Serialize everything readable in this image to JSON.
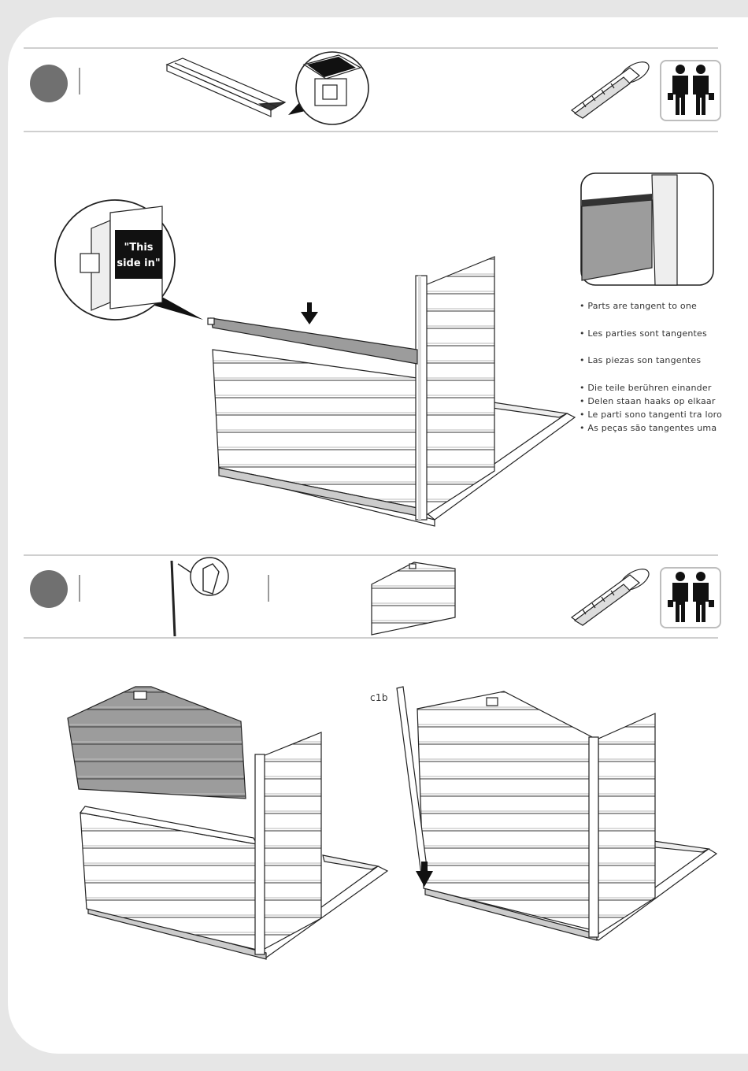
{
  "steps": [
    {
      "tag_text": "\"This side in\"",
      "tag_line1": "\"This",
      "tag_line2": "side in\""
    },
    {
      "part_label": "c1b"
    }
  ],
  "notes": [
    "• Parts are tangent to one",
    "• Les parties sont tangentes",
    "• Las piezas son tangentes",
    "• Die teile berühren einander",
    "• Delen staan haaks op elkaar",
    "• Le parti sono tangenti tra loro",
    "• As peças são tangentes uma"
  ],
  "icons": {
    "tool": "rubber-mallet-icon",
    "people": "two-person-assembly-icon"
  },
  "colors": {
    "step_dot": "#707070",
    "panel_gray": "#9c9c9c",
    "line": "#222222"
  }
}
